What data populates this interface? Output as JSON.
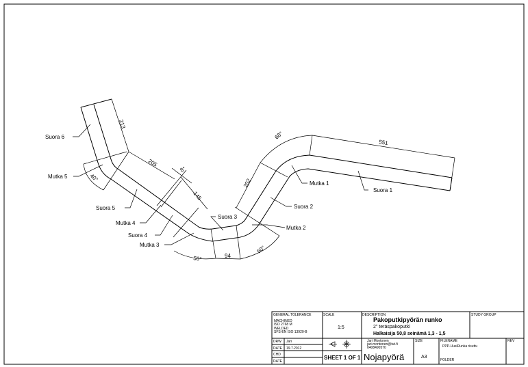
{
  "drawing": {
    "labels": {
      "suora1": "Suora 1",
      "suora2": "Suora 2",
      "suora3": "Suora 3",
      "suora4": "Suora 4",
      "suora5": "Suora 5",
      "suora6": "Suora 6",
      "mutka1": "Mutka 1",
      "mutka2": "Mutka 2",
      "mutka3": "Mutka 3",
      "mutka4": "Mutka 4",
      "mutka5": "Mutka 5"
    },
    "dimensions": {
      "d551": "551",
      "d202": "202",
      "d94": "94",
      "d145": "145",
      "d205": "205",
      "d213": "213",
      "a68": "68°",
      "a50a": "50°",
      "a50b": "50°",
      "a40": "40°",
      "a8": "8°"
    }
  },
  "title_block": {
    "general_tolerance": "GENERAL TOLERANCE",
    "machined": "MACHINED",
    "machined_std": "ISO 2768 M",
    "welded": "WELDED",
    "welded_std": "SFS-EN ISO 13920-B",
    "scale_label": "SCALE",
    "scale": "1:5",
    "description_label": "DESCRIPTION",
    "desc_line1": "Pakoputkipyörän runko",
    "desc_line2": "2\" teräspakoputki",
    "desc_line3": "Halkaisija 50,8   seinämä 1,3 - 1,5",
    "study_group_label": "STUDY GROUP",
    "drw_label": "DRW",
    "drw": "Jari",
    "date_label": "DATE",
    "date": "19.7.2012",
    "chd_label": "CHD",
    "date2_label": "DATE",
    "author_name": "Jari Montonen",
    "author_email": "jari.montonen@tut.fi",
    "author_phone": "0408490570",
    "sheet": "SHEET 1 OF 1",
    "title": "Nojapyörä",
    "size_label": "SIZE",
    "size": "A3",
    "filename_label": "FILENAME",
    "filename": "PPP-UusiRunka risuttu",
    "folder_label": "FOLDER",
    "rev_label": "REV"
  }
}
